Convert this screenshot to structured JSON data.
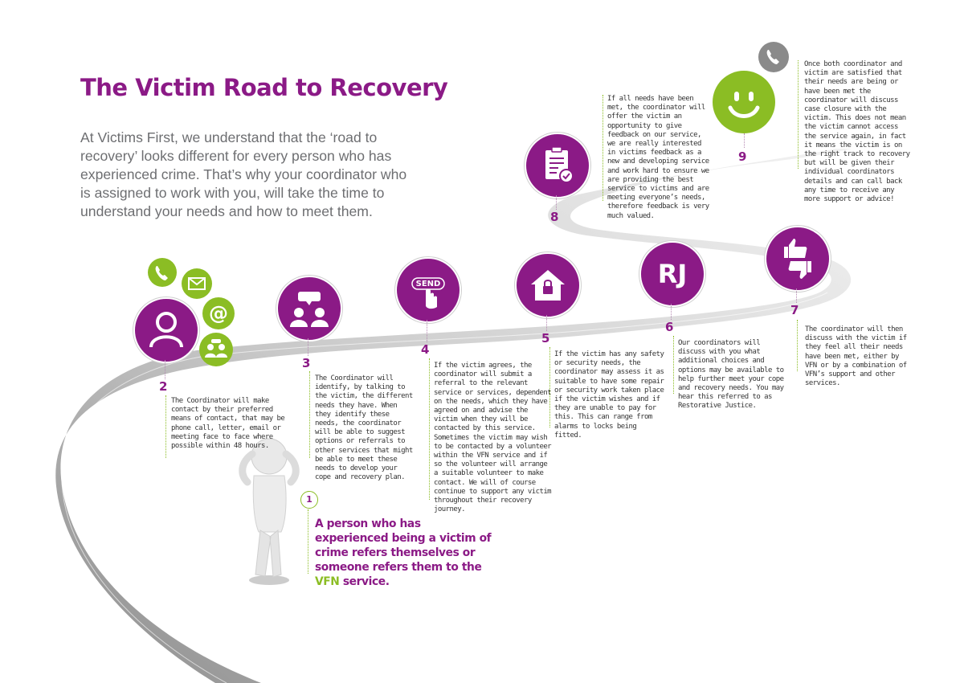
{
  "header": {
    "title": "The Victim Road to Recovery",
    "intro": "At Victims First, we understand that the ‘road to recovery’ looks different for every person who has experienced crime. That’s why your coordinator who is assigned to work with you, will take the time to understand your needs and how to meet them."
  },
  "colors": {
    "purple": "#8b1a86",
    "green": "#8bbd24",
    "road": "#a8a8a8"
  },
  "step1": {
    "number": "1",
    "text_a": "A person who has experienced being a victim of crime refers themselves or someone refers them to the ",
    "highlight": "VFN",
    "text_b": " service."
  },
  "steps": [
    {
      "number": "2",
      "icon": "person-contact-icons",
      "text": "The Coordinator will make contact by their preferred means of contact, that may be phone call, letter, email or meeting face to face where possible within 48 hours."
    },
    {
      "number": "3",
      "icon": "group-conversation-icon",
      "text": "The Coordinator will identify, by talking to the victim, the different needs they have. When they identify these needs, the coordinator will be able to suggest options or referrals to other services that might be able to meet these needs to develop your cope and recovery plan."
    },
    {
      "number": "4",
      "icon": "send-button-icon",
      "icon_label": "SEND",
      "text": "If the victim agrees, the coordinator will submit a referral to the relevant service or services, dependent on the needs, which they have agreed on and advise the victim when they will be contacted by this service. Sometimes the victim may wish to be contacted by a volunteer within the VFN service and if so the volunteer will arrange a suitable volunteer to make contact. We will of course continue to support any victim throughout their recovery journey."
    },
    {
      "number": "5",
      "icon": "house-lock-icon",
      "text": "If the victim has any safety or security needs, the coordinator may assess it as suitable to have some repair or security work taken place if the victim wishes and if they are unable to pay for this. This can range from alarms to locks being fitted."
    },
    {
      "number": "6",
      "icon": "restorative-justice-icon",
      "icon_label": "RJ",
      "text": "Our coordinators will discuss with you what additional choices and options may be available to help further meet your cope and recovery needs. You may hear this referred to as Restorative Justice."
    },
    {
      "number": "7",
      "icon": "thumbs-up-down-icon",
      "text": "The coordinator will then discuss with the victim if they feel all their needs have been met, either by VFN or by a combination of VFN’s support and other services."
    },
    {
      "number": "8",
      "icon": "clipboard-check-icon",
      "text": "If all needs have been met, the coordinator will offer the victim an opportunity to give feedback on our service, we are really interested in victims feedback as a new and developing service and work hard to ensure we are providing the best service to victims and are meeting everyone’s needs, therefore feedback is very much valued."
    },
    {
      "number": "9",
      "icon": "smiley-face-icon",
      "text": "Once both coordinator and victim are satisfied that their needs are being or have been met the coordinator will discuss case closure with the victim. This does not mean the victim cannot access the service again, in fact it means the victim is on the right track to recovery but will be given their individual coordinators details and can call back any time to receive any more support or advice!"
    }
  ]
}
